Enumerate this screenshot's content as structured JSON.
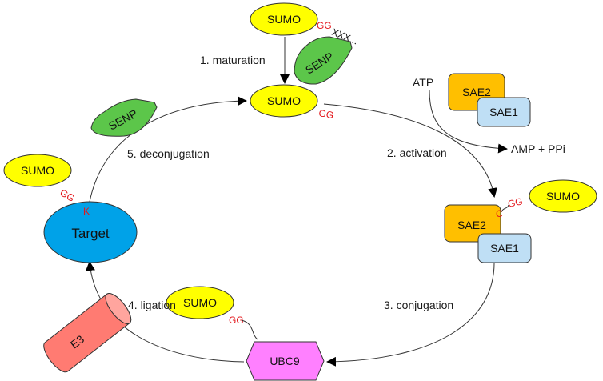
{
  "steps": {
    "maturation": "1. maturation",
    "activation": "2. activation",
    "conjugation": "3. conjugation",
    "ligation": "4. ligation",
    "deconjugation": "5. deconjugation"
  },
  "molecules": {
    "sumo": "SUMO",
    "senp": "SENP",
    "sae1": "SAE1",
    "sae2": "SAE2",
    "ubc9": "UBC9",
    "e3": "E3",
    "target": "Target",
    "atp": "ATP",
    "amp_ppi": "AMP + PPi"
  },
  "residues": {
    "gg": "GG",
    "c": "C",
    "k": "K",
    "xxx": "XXX..."
  },
  "colors": {
    "sumo": "#ffff00",
    "senp": "#5cc64a",
    "sae2": "#ffbf00",
    "sae1": "#bfdff5",
    "ubc9": "#ff80ff",
    "target": "#00a2e8",
    "e3": "#ff7b72",
    "residue": "#e3161b"
  }
}
